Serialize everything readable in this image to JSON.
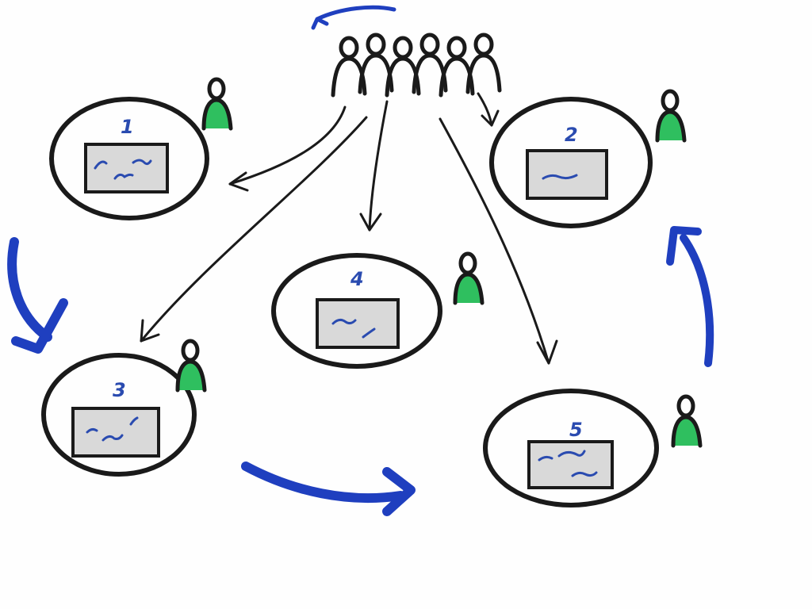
{
  "colors": {
    "ink": "#1a1a1a",
    "rotation_arrow": "#1f3fbf",
    "facilitator": "#2fbf5f",
    "board_fill": "#d9d9d9",
    "number": "#2a4bb0",
    "page": "#fefefe"
  },
  "group": {
    "icon": "group-of-people-icon",
    "people_count": 6
  },
  "stations": [
    {
      "id": "station-1",
      "number": "1"
    },
    {
      "id": "station-2",
      "number": "2"
    },
    {
      "id": "station-3",
      "number": "3"
    },
    {
      "id": "station-4",
      "number": "4"
    },
    {
      "id": "station-5",
      "number": "5"
    }
  ],
  "icons": {
    "facilitator": "facilitator-person-icon",
    "board": "whiteboard-icon",
    "distribution_arrow": "distribution-arrow-icon",
    "rotation_arrow": "rotation-arrow-icon"
  }
}
